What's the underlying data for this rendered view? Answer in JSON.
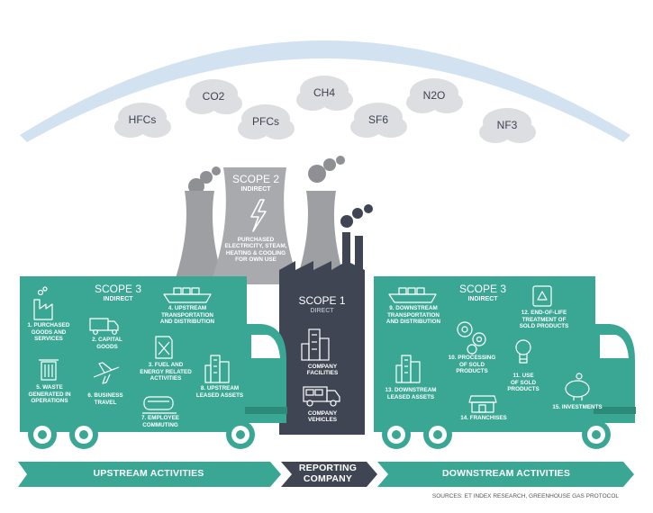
{
  "gases": [
    "HFCs",
    "CO2",
    "PFCs",
    "CH4",
    "SF6",
    "N2O",
    "NF3"
  ],
  "colors": {
    "teal": "#3aa795",
    "teal_dark": "#2c8a7a",
    "slate": "#3f4553",
    "grey": "#a5a7aa",
    "grey_dark": "#8e9093",
    "cloud": "#dfe1e4",
    "sky": "#d9e6f2"
  },
  "scope2": {
    "title": "SCOPE 2",
    "subtitle": "INDIRECT",
    "desc_lines": [
      "PURCHASED",
      "ELECTRICITY, STEAM,",
      "HEATING & COOLING",
      "FOR OWN USE"
    ]
  },
  "scope1": {
    "title": "SCOPE 1",
    "subtitle": "DIRECT",
    "items": [
      {
        "icon": "building-icon",
        "label_lines": [
          "COMPANY",
          "FACILITIES"
        ]
      },
      {
        "icon": "truck-icon",
        "label_lines": [
          "COMPANY",
          "VEHICLES"
        ]
      }
    ]
  },
  "scope3_up": {
    "title": "SCOPE 3",
    "subtitle": "INDIRECT",
    "items": [
      {
        "icon": "factory-icon",
        "label_lines": [
          "1. PURCHASED",
          "GOODS AND",
          "SERVICES"
        ]
      },
      {
        "icon": "truck-icon",
        "label_lines": [
          "2. CAPITAL",
          "GOODS"
        ]
      },
      {
        "icon": "fuel-can-icon",
        "label_lines": [
          "3. FUEL AND",
          "ENERGY RELATED",
          "ACTIVITIES"
        ]
      },
      {
        "icon": "ship-icon",
        "label_lines": [
          "4. UPSTREAM",
          "TRANSPORTATION",
          "AND DISTRIBUTION"
        ]
      },
      {
        "icon": "trash-icon",
        "label_lines": [
          "5. WASTE",
          "GENERATED IN",
          "OPERATIONS"
        ]
      },
      {
        "icon": "airplane-icon",
        "label_lines": [
          "6. BUSINESS",
          "TRAVEL"
        ]
      },
      {
        "icon": "train-icon",
        "label_lines": [
          "7. EMPLOYEE",
          "COMMUTING"
        ]
      },
      {
        "icon": "building-icon",
        "label_lines": [
          "8. UPSTREAM",
          "LEASED ASSETS"
        ]
      }
    ]
  },
  "scope3_down": {
    "title": "SCOPE 3",
    "subtitle": "INDIRECT",
    "items": [
      {
        "icon": "ship-icon",
        "label_lines": [
          "9. DOWNSTREAM",
          "TRANSPORTATION",
          "AND DISTRIBUTION"
        ]
      },
      {
        "icon": "gears-icon",
        "label_lines": [
          "10. PROCESSING",
          "OF SOLD",
          "PRODUCTS"
        ]
      },
      {
        "icon": "lightbulb-icon",
        "label_lines": [
          "11. USE",
          "OF SOLD",
          "PRODUCTS"
        ]
      },
      {
        "icon": "recycle-icon",
        "label_lines": [
          "12. END-OF-LIFE",
          "TREATMENT OF",
          "SOLD PRODUCTS"
        ]
      },
      {
        "icon": "building-icon",
        "label_lines": [
          "13. DOWNSTREAM",
          "LEASED ASSETS"
        ]
      },
      {
        "icon": "storefront-icon",
        "label_lines": [
          "14. FRANCHISES"
        ]
      },
      {
        "icon": "piggy-bank-icon",
        "label_lines": [
          "15. INVESTMENTS"
        ]
      }
    ]
  },
  "banners": {
    "upstream": "UPSTREAM ACTIVITIES",
    "reporting_lines": [
      "REPORTING",
      "COMPANY"
    ],
    "downstream": "DOWNSTREAM ACTIVITIES"
  },
  "source": "SOURCES: ET INDEX RESEARCH, GREENHOUSE GAS PROTOCOL"
}
